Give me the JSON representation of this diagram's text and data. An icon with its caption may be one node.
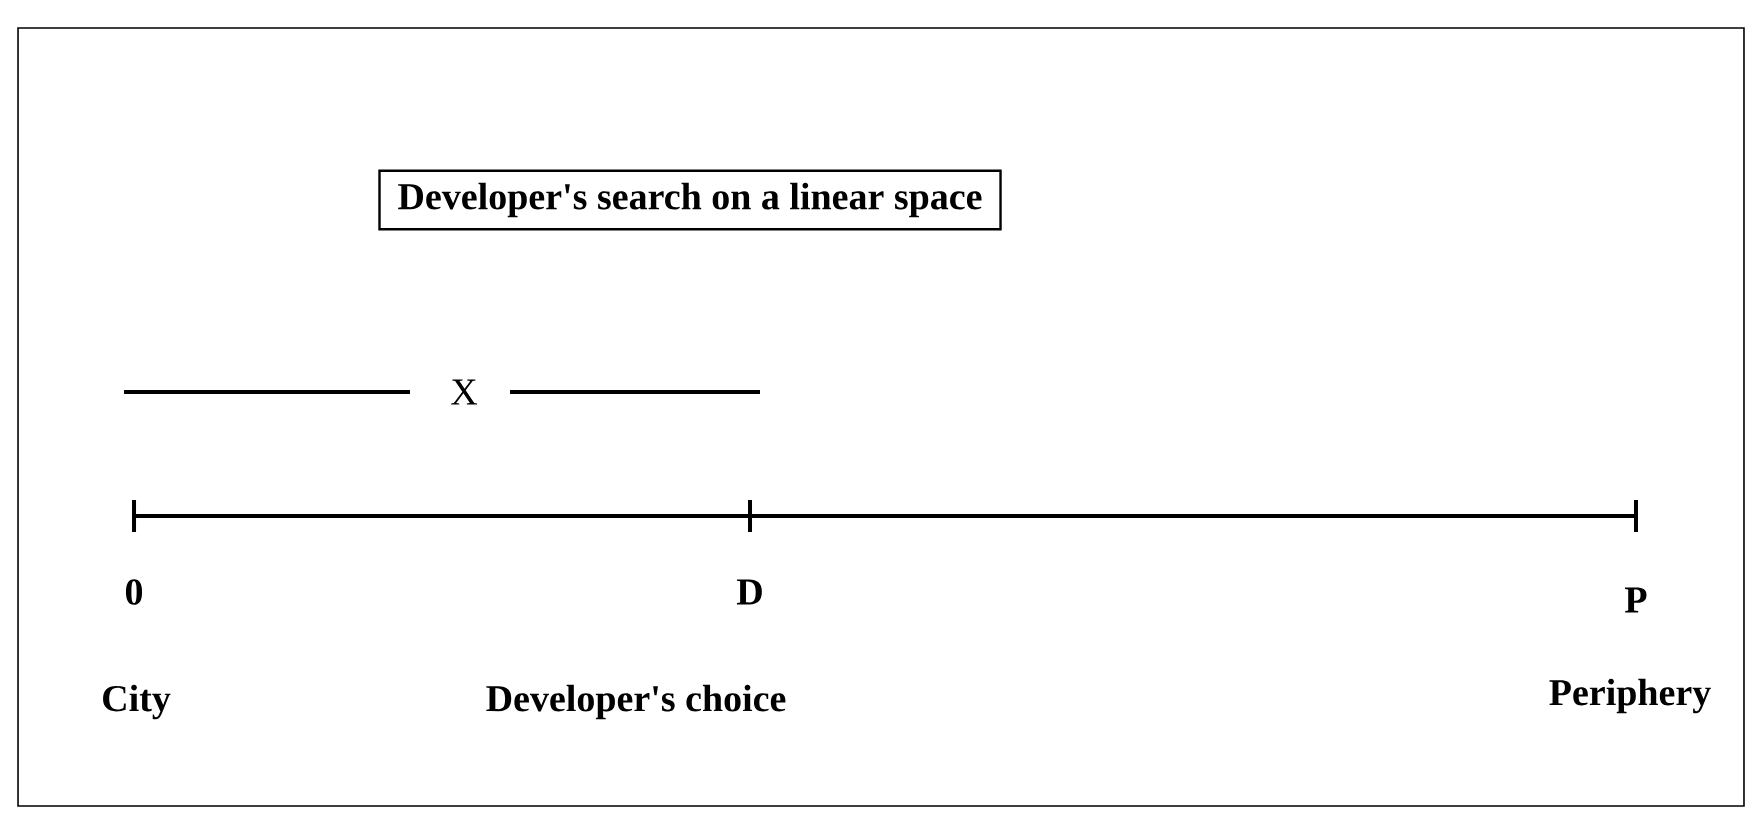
{
  "diagram": {
    "title": "Developer's search on a linear space",
    "labels": [
      "X",
      "0",
      "D",
      "P",
      "City",
      "Developer's choice",
      "Periphery"
    ]
  }
}
